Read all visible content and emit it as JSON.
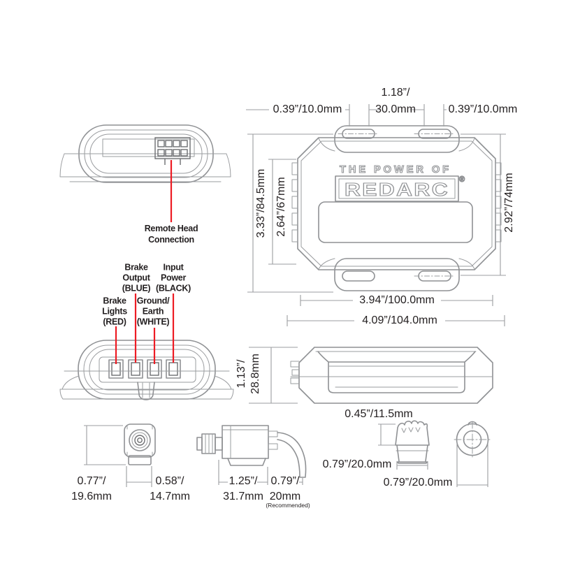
{
  "colors": {
    "line_gray": "#8f9194",
    "dim_gray": "#9b9da0",
    "text_black": "#231f20",
    "leader_red": "#ed1c24",
    "background": "#ffffff"
  },
  "brand": {
    "tagline": "THE POWER OF",
    "logo": "REDARC",
    "registered": "®"
  },
  "views": {
    "remote_head": {
      "label": [
        "Remote Head",
        "Connection"
      ]
    },
    "front": {
      "dim_top_left": "0.39”/10.0mm",
      "dim_top_center": [
        "1.18”/",
        "30.0mm"
      ],
      "dim_top_right": "0.39”/10.0mm",
      "dim_left_outer": "3.33”/84.5mm",
      "dim_left_inner": "2.64”/67mm",
      "dim_right": "2.92”/74mm",
      "dim_bottom_inner": "3.94”/100.0mm",
      "dim_bottom_outer": "4.09”/104.0mm"
    },
    "wiring": {
      "brake_lights": [
        "Brake",
        "Lights",
        "(RED)"
      ],
      "brake_output": [
        "Brake",
        "Output",
        "(BLUE)"
      ],
      "ground_earth": [
        "Ground/",
        "Earth",
        "(WHITE)"
      ],
      "input_power": [
        "Input",
        "Power",
        "(BLACK)"
      ]
    },
    "profile": {
      "dim_height": [
        "1.13”/",
        "28.8mm"
      ]
    },
    "plug_front": {
      "dim_height": [
        "0.77”/",
        "19.6mm"
      ],
      "dim_width": [
        "0.58”/",
        "14.7mm"
      ]
    },
    "plug_side": {
      "dim_length": [
        "1.25”/",
        "31.7mm"
      ],
      "dim_bend": [
        "0.79”/",
        "20mm"
      ],
      "dim_bend_note": "(Recommended)"
    },
    "knob_side": {
      "dim_height": "0.45”/11.5mm",
      "dim_width": "0.79”/20.0mm"
    },
    "knob_top": {
      "dim_diameter": "0.79”/20.0mm"
    }
  }
}
